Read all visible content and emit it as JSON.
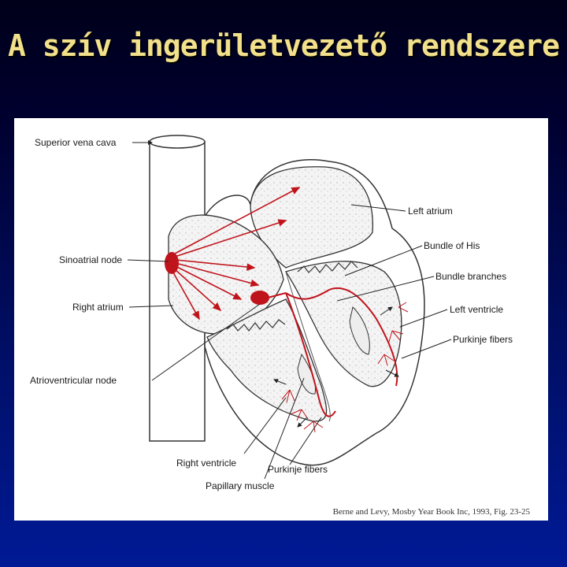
{
  "slide": {
    "title": "A szív ingerületvezető rendszere",
    "citation": "Berne and Levy, Mosby Year Book Inc, 1993, Fig. 23-25"
  },
  "colors": {
    "background_top": "#00001a",
    "background_bottom": "#001a96",
    "title": "#f2e08a",
    "conduction": "#c0141c",
    "outline": "#333333"
  },
  "diagram": {
    "labels": {
      "superior_vena_cava": "Superior vena cava",
      "left_atrium": "Left atrium",
      "bundle_of_his": "Bundle of His",
      "bundle_branches": "Bundle branches",
      "sinoatrial_node": "Sinoatrial node",
      "right_atrium": "Right atrium",
      "left_ventricle": "Left ventricle",
      "purkinje_fibers_right": "Purkinje fibers",
      "atrioventricular_node": "Atrioventricular node",
      "right_ventricle": "Right ventricle",
      "purkinje_fibers_bottom": "Purkinje fibers",
      "papillary_muscle": "Papillary muscle"
    }
  }
}
